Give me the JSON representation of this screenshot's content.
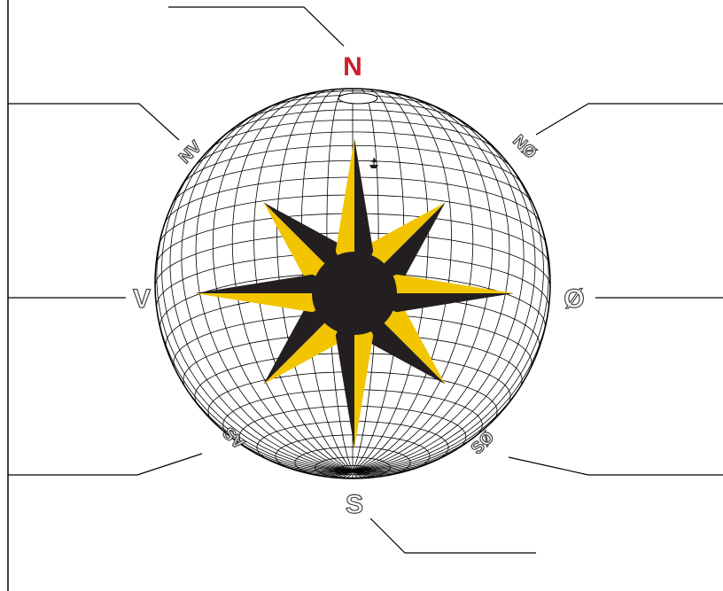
{
  "labels": {
    "n": "N",
    "ne": "NØ",
    "e": "Ø",
    "se": "SØ",
    "s": "S",
    "sw": "SV",
    "w": "V",
    "nw": "NV"
  },
  "colors": {
    "north": "#cc1f2b",
    "star_yellow": "#f2c500",
    "star_dark": "#231f20",
    "globe_lines": "#000000",
    "label_outline": "#444444"
  }
}
